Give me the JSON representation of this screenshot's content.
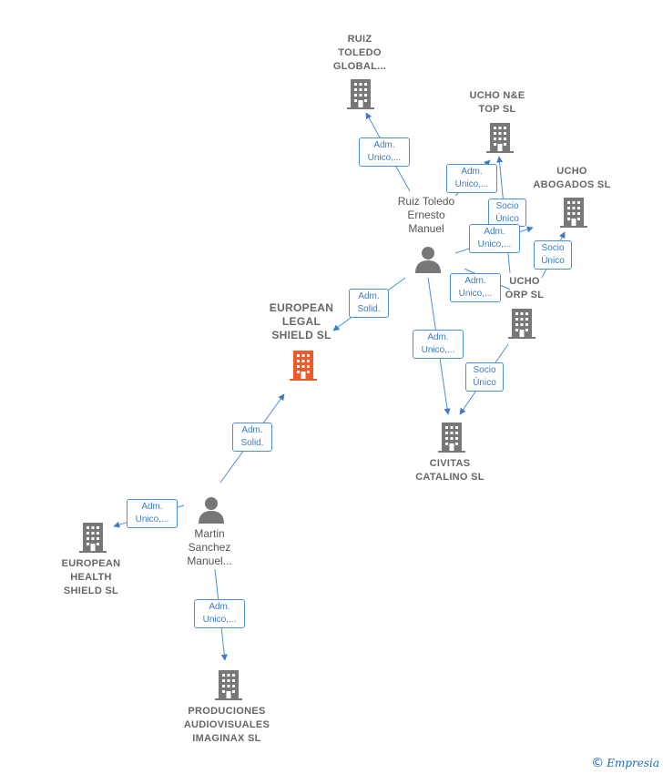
{
  "colors": {
    "building": "#777777",
    "focus_building": "#f05a28",
    "person": "#777777",
    "edge": "#4a90d9",
    "brand": "#1a6ab0"
  },
  "nodes": {
    "ruiz_toledo_global": {
      "l1": "RUIZ",
      "l2": "TOLEDO",
      "l3": "GLOBAL..."
    },
    "ucho_ne_top": {
      "l1": "UCHO N&E",
      "l2": "TOP  SL"
    },
    "ucho_abogados": {
      "l1": "UCHO",
      "l2": "ABOGADOS  SL"
    },
    "ruiz_toledo_ernesto": {
      "l1": "Ruiz Toledo",
      "l2": "Ernesto",
      "l3": "Manuel"
    },
    "ucho_corp": {
      "l1": "UCHO",
      "l2": "ORP  SL"
    },
    "european_legal_shield": {
      "l1": "EUROPEAN",
      "l2": "LEGAL",
      "l3": "SHIELD  SL"
    },
    "civitas_catalino": {
      "l1": "CIVITAS",
      "l2": "CATALINO  SL"
    },
    "martin_sanchez": {
      "l1": "Martin",
      "l2": "Sanchez",
      "l3": "Manuel..."
    },
    "european_health_shield": {
      "l1": "EUROPEAN",
      "l2": "HEALTH",
      "l3": "SHIELD  SL"
    },
    "producciones": {
      "l1": "PRODUCIONES",
      "l2": "AUDIOVISUALES",
      "l3": "IMAGINAX  SL"
    }
  },
  "edge_labels": {
    "e1": {
      "l1": "Adm.",
      "l2": "Unico,..."
    },
    "e2": {
      "l1": "Adm.",
      "l2": "Unico,..."
    },
    "e3": {
      "l1": "Socio",
      "l2": "Único"
    },
    "e4": {
      "l1": "Adm.",
      "l2": "Unico,..."
    },
    "e5": {
      "l1": "Socio",
      "l2": "Único"
    },
    "e6": {
      "l1": "Adm.",
      "l2": "Unico,..."
    },
    "e7": {
      "l1": "Adm.",
      "l2": "Solid."
    },
    "e8": {
      "l1": "Adm.",
      "l2": "Unico,..."
    },
    "e9": {
      "l1": "Socio",
      "l2": "Único"
    },
    "e10": {
      "l1": "Adm.",
      "l2": "Solid."
    },
    "e11": {
      "l1": "Adm.",
      "l2": "Unico,..."
    },
    "e12": {
      "l1": "Adm.",
      "l2": "Unico,..."
    }
  },
  "brand": {
    "symbol": "©",
    "name": "Empresia"
  }
}
